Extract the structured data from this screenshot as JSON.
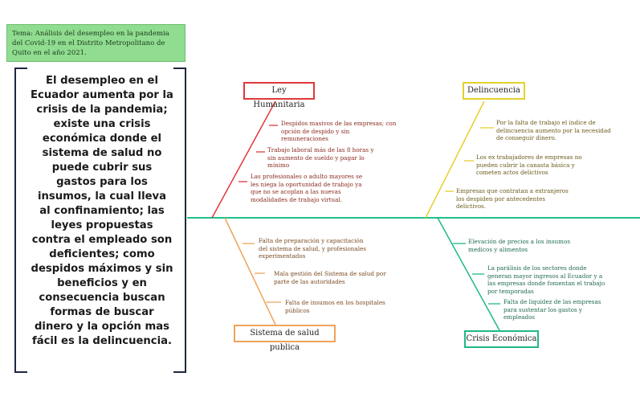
{
  "topic": "Tema: Análisis del desempleo en la pandemia del Covid-19 en el Distrito Metropolitano de Quito en el año 2021.",
  "problem": "El desempleo en el Ecuador aumenta por la crisis de la pandemia; existe una crisis económica donde el sistema de salud no puede cubrir sus gastos para los insumos, la cual lleva al confinamiento; las leyes propuestas contra el empleado son deficientes; como despidos máximos y sin beneficios y en consecuencia buscan formas de buscar dinero y la opción mas fácil es la delincuencia.",
  "colors": {
    "spine": "#1fc08a",
    "ley_humanitaria": "#e0383a",
    "delincuencia": "#e5cf2a",
    "sistema_salud": "#f0a35a",
    "crisis_economica": "#20b884"
  },
  "categories": {
    "ley_humanitaria": {
      "label": "Ley Humanitaria",
      "causes": [
        "Despidos masivos de las empresas; con opción de despido y sin remuneraciones",
        "Trabajo laboral más de las 8 horas y sin aumento de sueldo y pagar lo mínimo",
        "Las profesionales o adulto mayores se les niega la oportunidad de trabajo ya que no se acoplan a las nuevas modalidades de trabajo virtual."
      ]
    },
    "delincuencia": {
      "label": "Delincuencia",
      "causes": [
        "Por la falta de trabajo el índice de delincuencia aumento por la necesidad de conseguir dinero.",
        "Los ex trabajadores de empresas  no pueden cubrir la canasta básica y cometen actos delictivos",
        "Empresas que contratan a extranjeros los despiden por antecedentes delictivos."
      ]
    },
    "sistema_salud": {
      "label": "Sistema de salud publica",
      "causes": [
        "Falta de preparación y capacitación del sistema de salud, y profesionales experimentados",
        "Mala gestión del Sistema de salud por parte de las autoridades",
        "Falta de insumos en los hospitales públicos"
      ]
    },
    "crisis_economica": {
      "label": "Crisis Económica",
      "causes": [
        "Elevación de precios a los insumos medicos y alimentos",
        "La parálisis de los sectores donde generan mayor ingresos al Ecuador y a las empresas donde fomentan el trabajo por temporadas",
        "Falta de liquidez de las empresas para sustentar los gastos y empleados"
      ]
    }
  }
}
